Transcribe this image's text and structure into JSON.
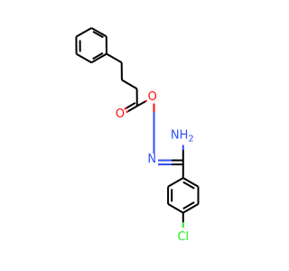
{
  "structure": {
    "atoms": {
      "carbonyl_oxygen": {
        "label": "O",
        "color": "#ff0d0d"
      },
      "ester_oxygen": {
        "label": "O",
        "color": "#ff0d0d"
      },
      "imine_nitrogen": {
        "label": "N",
        "color": "#3050f8"
      },
      "amine_group": {
        "label": "NH",
        "subscript": "2",
        "color": "#3050f8"
      },
      "chlorine": {
        "label": "Cl",
        "color": "#1ff01f"
      }
    },
    "bond_color": "#000000"
  }
}
